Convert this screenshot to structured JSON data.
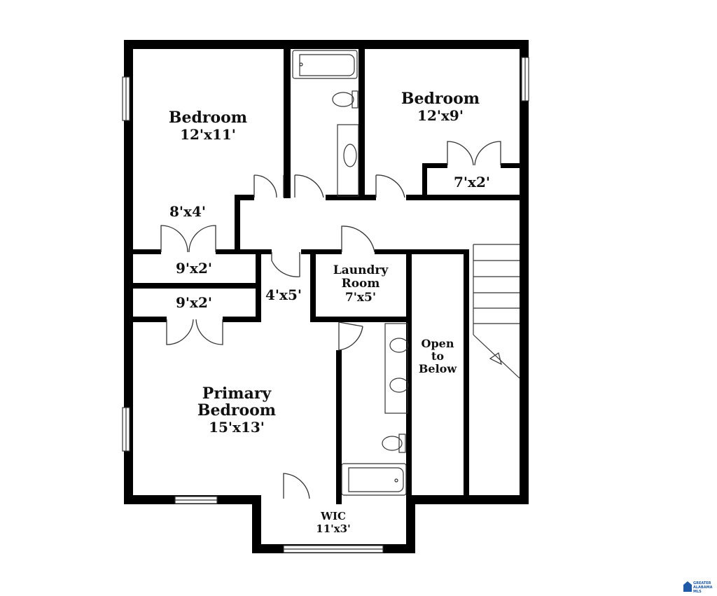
{
  "rooms": {
    "bedroom_left": {
      "name": "Bedroom",
      "size": "12'x11'"
    },
    "bedroom_right": {
      "name": "Bedroom",
      "size": "12'x9'"
    },
    "closet_right": {
      "size": "7'x2'"
    },
    "closet_top_left": {
      "size": "8'x4'"
    },
    "closet_mid_1": {
      "size": "9'x2'"
    },
    "closet_mid_2": {
      "size": "9'x2'"
    },
    "hall_small": {
      "size": "4'x5'"
    },
    "laundry": {
      "name_line1": "Laundry",
      "name_line2": "Room",
      "size": "7'x5'"
    },
    "open_below": {
      "line1": "Open",
      "line2": "to",
      "line3": "Below"
    },
    "primary": {
      "name_line1": "Primary",
      "name_line2": "Bedroom",
      "size": "15'x13'"
    },
    "wic": {
      "name": "WIC",
      "size": "11'x3'"
    }
  },
  "logo": {
    "line1": "GREATER",
    "line2": "ALABAMA",
    "line3": "MLS"
  }
}
